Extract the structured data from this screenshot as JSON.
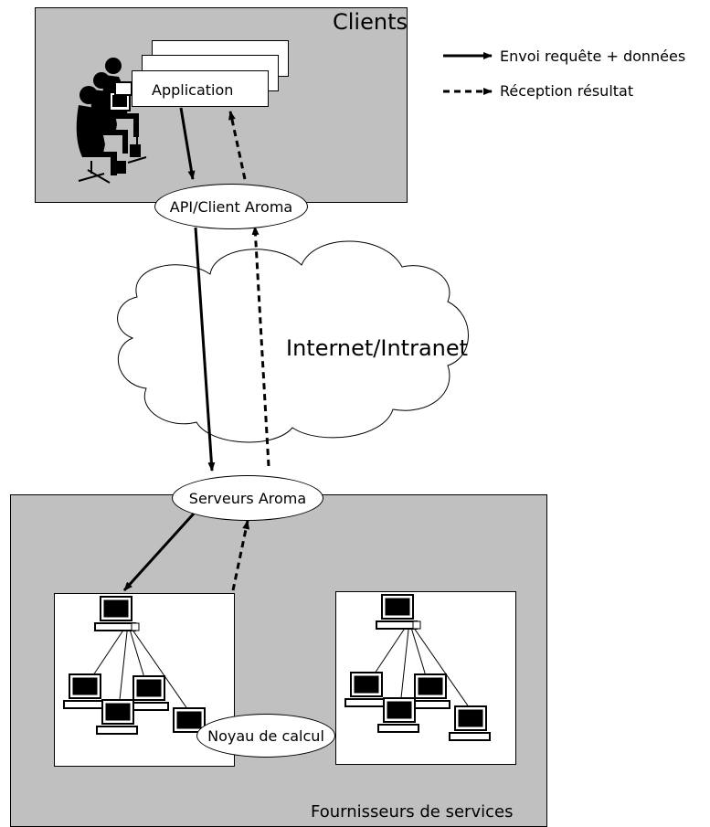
{
  "legend": {
    "send_label": "Envoi requête + données",
    "receive_label": "Réception résultat"
  },
  "clients": {
    "title": "Clients",
    "app_label": "Application",
    "api_label": "API/Client Aroma"
  },
  "network": {
    "label": "Internet/Intranet"
  },
  "providers": {
    "servers_label": "Serveurs Aroma",
    "kernel_label": "Noyau de calcul",
    "title": "Fournisseurs de services"
  }
}
